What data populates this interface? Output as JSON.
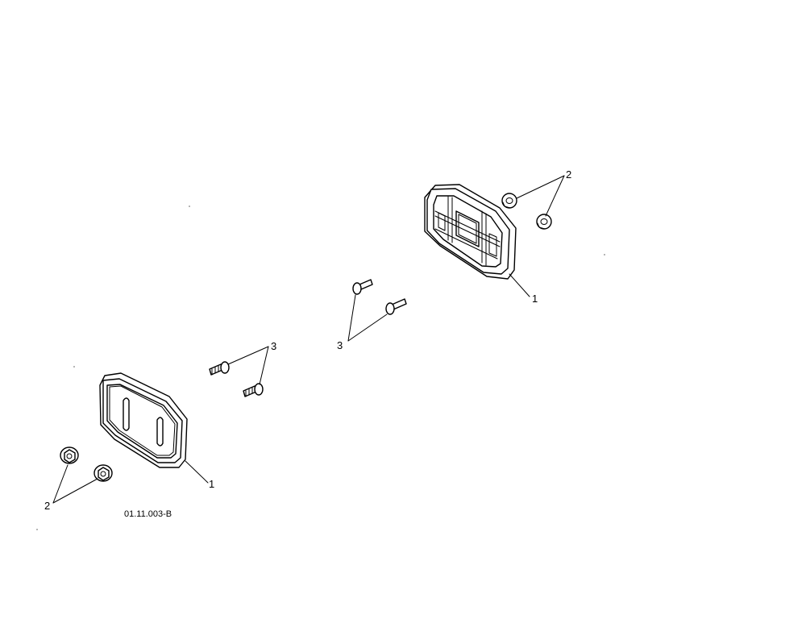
{
  "drawing": {
    "figure_code": "01.11.003-B",
    "callouts": {
      "skid_shoe_right": "1",
      "skid_shoe_left": "1",
      "nut_right": "2",
      "nut_left": "2",
      "bolt_right": "3",
      "bolt_left": "3"
    }
  }
}
